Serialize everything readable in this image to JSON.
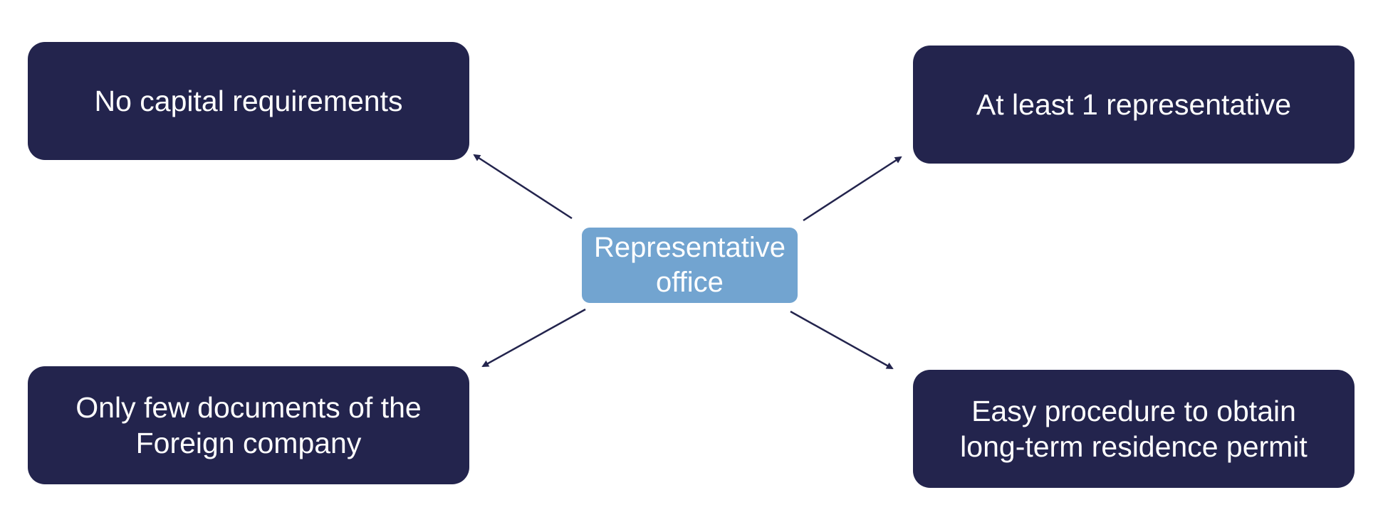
{
  "diagram": {
    "center": {
      "label_line1": "Representative",
      "label_line2": "office"
    },
    "nodes": {
      "top_left": {
        "label": "No capital requirements"
      },
      "top_right": {
        "label": "At least 1 representative"
      },
      "bottom_left": {
        "label_line1": "Only few documents of the",
        "label_line2": "Foreign company"
      },
      "bottom_right": {
        "label_line1": "Easy procedure to obtain",
        "label_line2": "long-term residence permit"
      }
    },
    "colors": {
      "node_fill": "#23244d",
      "center_fill": "#72a4d0",
      "text": "#ffffff",
      "arrow": "#23244d",
      "background": "#ffffff"
    }
  }
}
